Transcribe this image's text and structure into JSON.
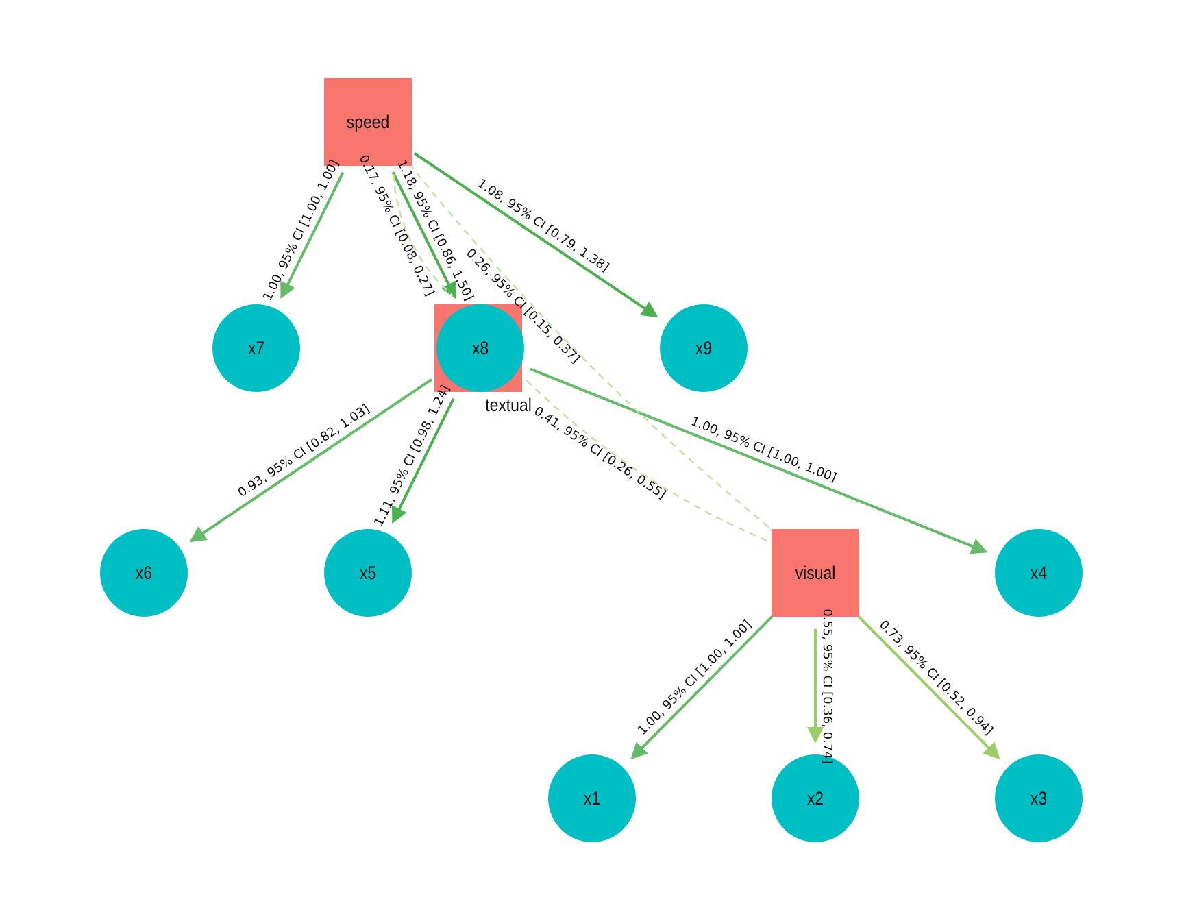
{
  "colors": {
    "latent": "#F8766D",
    "observed": "#00BFC4",
    "edge_strong": "#4CAF50",
    "edge_mid": "#66BB6A",
    "edge_light": "#9CCC65",
    "covariance": "#C5E1A5"
  },
  "nodes": [
    {
      "id": "speed",
      "label": "speed",
      "shape": "rect"
    },
    {
      "id": "textual",
      "label": "textual",
      "shape": "rect"
    },
    {
      "id": "visual",
      "label": "visual",
      "shape": "rect"
    },
    {
      "id": "x7",
      "label": "x7",
      "shape": "circle"
    },
    {
      "id": "x8",
      "label": "x8",
      "shape": "circle"
    },
    {
      "id": "x9",
      "label": "x9",
      "shape": "circle"
    },
    {
      "id": "x6",
      "label": "x6",
      "shape": "circle"
    },
    {
      "id": "x5",
      "label": "x5",
      "shape": "circle"
    },
    {
      "id": "x4",
      "label": "x4",
      "shape": "circle"
    },
    {
      "id": "x1",
      "label": "x1",
      "shape": "circle"
    },
    {
      "id": "x2",
      "label": "x2",
      "shape": "circle"
    },
    {
      "id": "x3",
      "label": "x3",
      "shape": "circle"
    }
  ],
  "edges": [
    {
      "from": "speed",
      "to": "x7",
      "label": "1.00, 95% CI [1.00, 1.00]",
      "type": "loading",
      "strength": "mid"
    },
    {
      "from": "speed",
      "to": "x8",
      "label": "1.18, 95% CI [0.86, 1.50]",
      "type": "loading",
      "strength": "strong"
    },
    {
      "from": "speed",
      "to": "x9",
      "label": "1.08, 95% CI [0.79, 1.38]",
      "type": "loading",
      "strength": "strong"
    },
    {
      "from": "textual",
      "to": "x6",
      "label": "0.93, 95% CI [0.82, 1.03]",
      "type": "loading",
      "strength": "mid"
    },
    {
      "from": "textual",
      "to": "x5",
      "label": "1.11, 95% CI [0.98, 1.24]",
      "type": "loading",
      "strength": "strong"
    },
    {
      "from": "textual",
      "to": "x4",
      "label": "1.00, 95% CI [1.00, 1.00]",
      "type": "loading",
      "strength": "mid"
    },
    {
      "from": "visual",
      "to": "x1",
      "label": "1.00, 95% CI [1.00, 1.00]",
      "type": "loading",
      "strength": "mid"
    },
    {
      "from": "visual",
      "to": "x2",
      "label": "0.55, 95% CI [0.36, 0.74]",
      "type": "loading",
      "strength": "light"
    },
    {
      "from": "visual",
      "to": "x3",
      "label": "0.73, 95% CI [0.52, 0.94]",
      "type": "loading",
      "strength": "light"
    },
    {
      "from": "speed",
      "to": "textual",
      "label": "0.17, 95% CI [0.08, 0.27]",
      "type": "covariance",
      "strength": "cov"
    },
    {
      "from": "speed",
      "to": "visual",
      "label": "0.26, 95% CI [0.15, 0.37]",
      "type": "covariance",
      "strength": "cov"
    },
    {
      "from": "textual",
      "to": "visual",
      "label": "0.41, 95% CI [0.26, 0.55]",
      "type": "covariance",
      "strength": "cov"
    }
  ]
}
